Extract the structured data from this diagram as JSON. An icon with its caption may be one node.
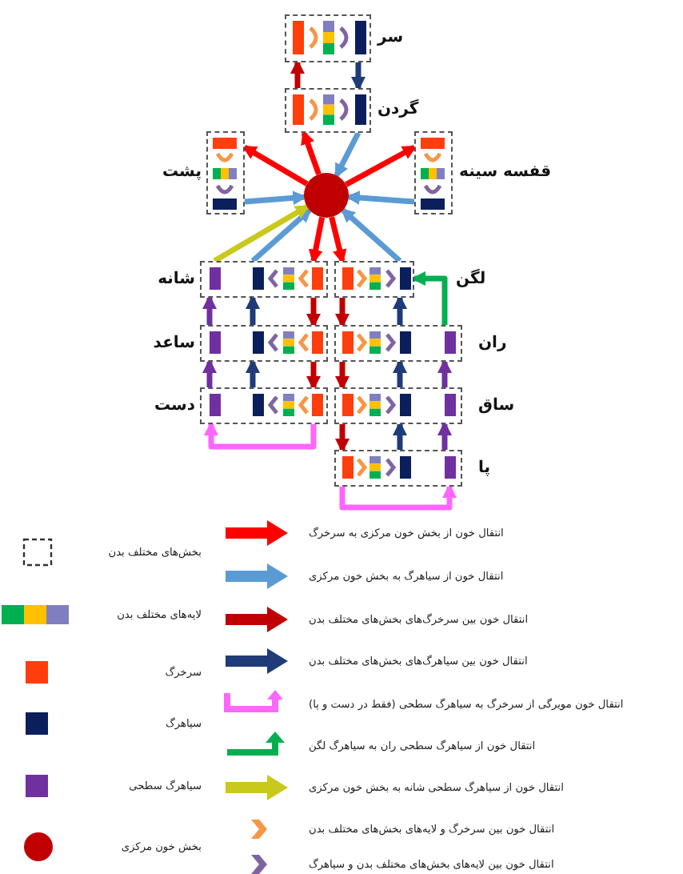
{
  "diagram": {
    "nodes": [
      {
        "text": [
          "سر"
        ]
      },
      {
        "text": [
          "گردن"
        ]
      },
      {
        "text": [
          "پشت"
        ]
      },
      {
        "text": [
          "قفسه سینه"
        ]
      },
      {
        "text": [],
        "shape": "circle"
      },
      {
        "text": [
          "شانه"
        ]
      },
      {
        "text": [
          "لگن"
        ]
      },
      {
        "text": [
          "ساعد"
        ]
      },
      {
        "text": [
          "ران"
        ]
      },
      {
        "text": [
          "دست"
        ]
      },
      {
        "text": [
          "ساق"
        ]
      },
      {
        "text": [
          "پا"
        ]
      }
    ],
    "edges": [
      {
        "from": 4,
        "to": 1,
        "arrow": "to"
      },
      {
        "from": 1,
        "to": 4,
        "arrow": "to",
        "color": "#5b9bd5"
      },
      {
        "from": 1,
        "to": 0,
        "arrow": "to",
        "color": "#c00000"
      },
      {
        "from": 0,
        "to": 1,
        "arrow": "to",
        "color": "#1f3c78"
      },
      {
        "from": 4,
        "to": 2,
        "arrow": "to"
      },
      {
        "from": 2,
        "to": 4,
        "arrow": "to",
        "color": "#5b9bd5"
      },
      {
        "from": 4,
        "to": 3,
        "arrow": "to"
      },
      {
        "from": 3,
        "to": 4,
        "arrow": "to",
        "color": "#5b9bd5"
      },
      {
        "from": 4,
        "to": 5,
        "arrow": "to"
      },
      {
        "from": 4,
        "to": 6,
        "arrow": "to"
      },
      {
        "from": 5,
        "to": 4,
        "arrow": "to",
        "color": "#5b9bd5"
      },
      {
        "from": 5,
        "to": 4,
        "arrow": "to",
        "color": "#c9c91c"
      },
      {
        "from": 6,
        "to": 4,
        "arrow": "to",
        "color": "#5b9bd5"
      },
      {
        "from": 5,
        "to": 7,
        "arrow": "to",
        "color": "#c00000"
      },
      {
        "from": 7,
        "to": 9,
        "arrow": "to",
        "color": "#c00000"
      },
      {
        "from": 6,
        "to": 8,
        "arrow": "to",
        "color": "#c00000"
      },
      {
        "from": 8,
        "to": 10,
        "arrow": "to",
        "color": "#c00000"
      },
      {
        "from": 10,
        "to": 11,
        "arrow": "to",
        "color": "#c00000"
      },
      {
        "from": 7,
        "to": 5,
        "arrow": "to",
        "color": "#1f3c78"
      },
      {
        "from": 9,
        "to": 7,
        "arrow": "to",
        "color": "#1f3c78"
      },
      {
        "from": 8,
        "to": 6,
        "arrow": "to",
        "color": "#1f3c78"
      },
      {
        "from": 10,
        "to": 8,
        "arrow": "to",
        "color": "#1f3c78"
      },
      {
        "from": 11,
        "to": 10,
        "arrow": "to",
        "color": "#1f3c78"
      },
      {
        "from": 7,
        "to": 5,
        "arrow": "to",
        "color": "#7030a0"
      },
      {
        "from": 9,
        "to": 7,
        "arrow": "to",
        "color": "#7030a0"
      },
      {
        "from": 10,
        "to": 8,
        "arrow": "to",
        "color": "#7030a0"
      },
      {
        "from": 11,
        "to": 10,
        "arrow": "to",
        "color": "#7030a0"
      },
      {
        "from": 8,
        "to": 6,
        "arrow": "to",
        "color": "#00b050"
      },
      {
        "from": 9,
        "to": 9,
        "arrow": "to",
        "color": "#ff66ff"
      },
      {
        "from": 11,
        "to": 11,
        "arrow": "to",
        "color": "#ff66ff"
      }
    ],
    "legend": [
      {
        "text": "بخش‌های مختلف بدن"
      },
      {
        "text": "لایه‌های مختلف بدن"
      },
      {
        "text": "سرخرگ",
        "color": "#ff3d0d"
      },
      {
        "text": "سیاهرگ",
        "color": "#0b1f5c"
      },
      {
        "text": "سیاهرگ سطحی",
        "color": "#7030a0"
      },
      {
        "text": "بخش خون مرکزی"
      },
      {
        "text": "انتقال خون از بخش خون مرکزی به سرخرگ"
      },
      {
        "text": "انتقال خون از سیاهرگ به بخش خون مرکزی"
      },
      {
        "text": "انتقال خون بین سرخرگ‌های بخش‌های مختلف بدن"
      },
      {
        "text": "انتقال خون بین سیاهرگ‌های بخش‌های مختلف بدن"
      },
      {
        "text": "انتقال خون مویرگی از سرخرگ به سیاهرگ سطحی (فقط در دست و پا)"
      },
      {
        "text": "انتقال خون از سیاهرگ سطحی ران به سیاهرگ لگن"
      },
      {
        "text": "انتقال خون از سیاهرگ سطحی شانه به بخش خون مرکزی"
      },
      {
        "text": "انتقال خون بین سرخرگ و لایه‌های بخش‌های مختلف بدن"
      },
      {
        "text": "انتقال خون بین لایه‌های بخش‌های مختلف بدن و سیاهرگ"
      }
    ]
  }
}
